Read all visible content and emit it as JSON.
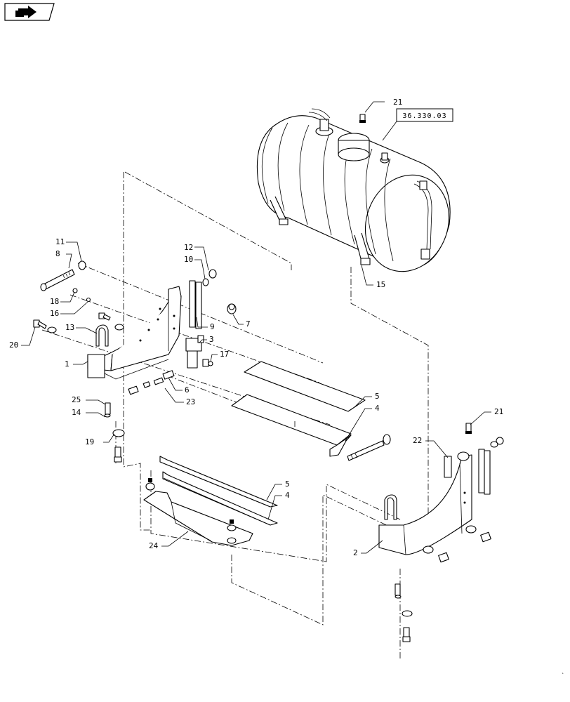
{
  "toolbar": {
    "nav_icon": "forward-arrow-icon"
  },
  "reference": {
    "label": "36.330.03"
  },
  "callouts": {
    "c1": "1",
    "c2": "2",
    "c3": "3",
    "c4a": "4",
    "c4b": "4",
    "c5a": "5",
    "c5b": "5",
    "c6": "6",
    "c7": "7",
    "c8": "8",
    "c9": "9",
    "c10": "10",
    "c11": "11",
    "c12": "12",
    "c13": "13",
    "c14": "14",
    "c15": "15",
    "c16": "16",
    "c17": "17",
    "c18": "18",
    "c19": "19",
    "c20": "20",
    "c21a": "21",
    "c21b": "21",
    "c22": "22",
    "c23": "23",
    "c24": "24",
    "c25": "25"
  }
}
